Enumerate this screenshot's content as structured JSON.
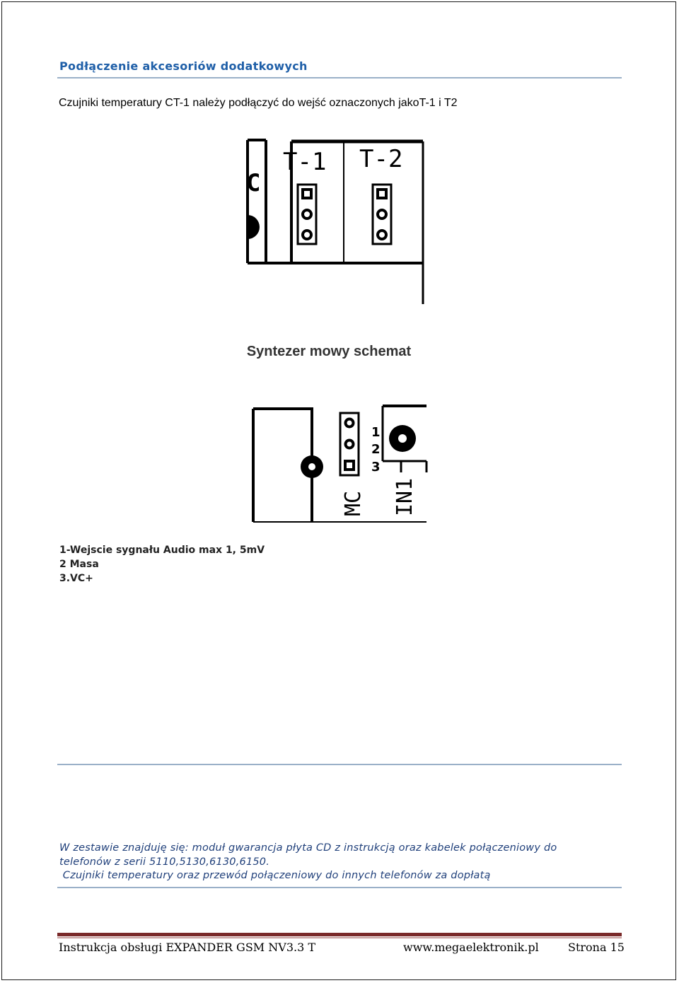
{
  "header": {
    "section_title": "Podłączenie akcesoriów dodatkowych"
  },
  "intro_text": "Czujniki temperatury CT-1 należy podłączyć do wejść oznaczonych jakoT-1 i T2",
  "figure1": {
    "partial_label": "C",
    "connector_left_label": "T-1",
    "connector_right_label": "T-2"
  },
  "figure2": {
    "caption": "Syntezer mowy schemat",
    "pin_numbers": [
      "1",
      "2",
      "3"
    ],
    "connector_label": "MC",
    "input_label": "IN1"
  },
  "pin_legend": [
    "1-Wejscie sygnału Audio max 1, 5mV",
    "2 Masa",
    "3.VC+"
  ],
  "kit_note": [
    "W zestawie znajduję się: moduł gwarancja płyta CD z instrukcją oraz kabelek połączeniowy do",
    "telefonów z serii 5110,5130,6130,6150.",
    " Czujniki temperatury oraz przewód połączeniowy do innych telefonów za dopłatą"
  ],
  "footer": {
    "left": "Instrukcja obsługi EXPANDER GSM NV3.3 T",
    "url": "www.megaelektronik.pl",
    "page": "Strona 15"
  }
}
